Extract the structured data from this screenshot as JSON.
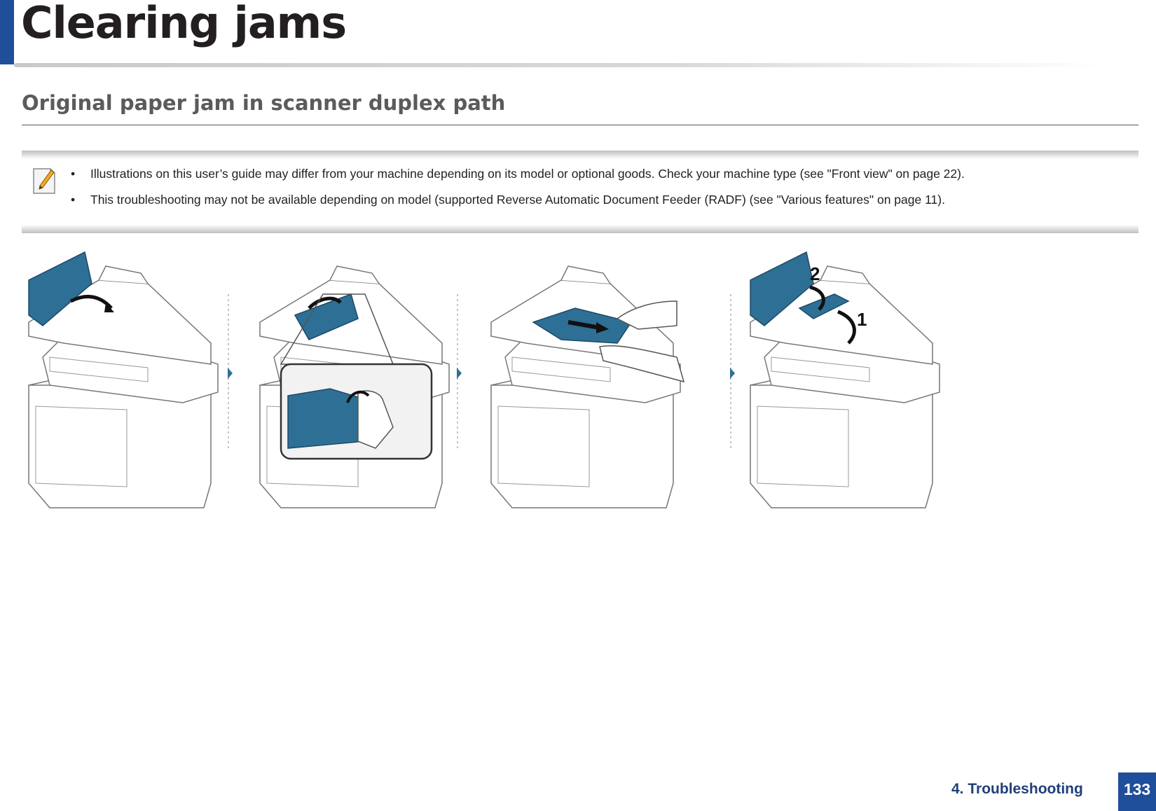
{
  "header": {
    "chapter_title": "Clearing jams"
  },
  "section": {
    "title": "Original paper jam in scanner duplex path"
  },
  "note": {
    "icon": "pencil-note-icon",
    "items": [
      {
        "bullet": "•",
        "text": "Illustrations on this user’s guide may differ from your machine depending on its model or optional goods. Check your machine type (see \"Front view\" on page 22)."
      },
      {
        "bullet": "•",
        "text": "This troubleshooting may not be available depending on model (supported Reverse Automatic Document Feeder (RADF) (see \"Various features\" on page 11)."
      }
    ]
  },
  "figure": {
    "step4_labels": {
      "one": "1",
      "two": "2"
    },
    "accent_color": "#2e6f96"
  },
  "footer": {
    "section_label": "4. Troubleshooting",
    "page_number": "133"
  }
}
